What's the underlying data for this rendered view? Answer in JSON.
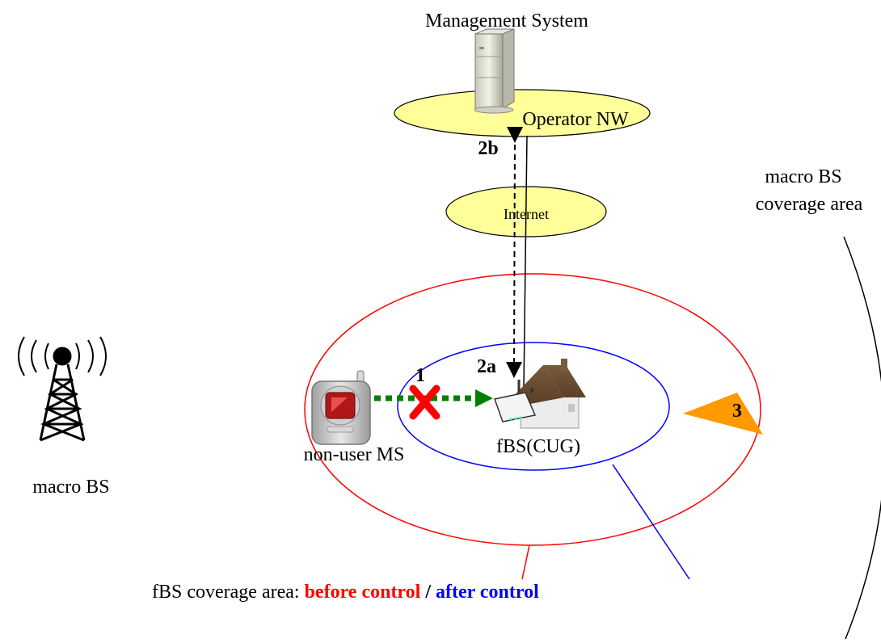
{
  "labels": {
    "management_system": "Management System",
    "operator_nw": "Operator NW",
    "internet": "Internet",
    "macro_coverage_line1": "macro BS",
    "macro_coverage_line2": "coverage area",
    "macro_bs": "macro BS",
    "non_user_ms": "non-user MS",
    "fbs": "fBS(CUG)",
    "step_1": "1",
    "step_2a": "2a",
    "step_2b": "2b",
    "step_3": "3"
  },
  "legend": {
    "prefix": "fBS coverage area: ",
    "before": "before control",
    "separator": " / ",
    "after": "after control"
  },
  "colors": {
    "before_control": "#ff0000",
    "after_control": "#0000ff",
    "cloud_fill": "#ffff99",
    "green_arrow": "#008000",
    "cross": "#ff0000",
    "orange_arrow": "#ff9900"
  },
  "icons": {
    "server": "server-icon",
    "tower": "radio-tower-icon",
    "phone": "mobile-phone-icon",
    "house": "house-icon",
    "router": "femto-router-icon",
    "cross": "blocked-cross-icon"
  }
}
